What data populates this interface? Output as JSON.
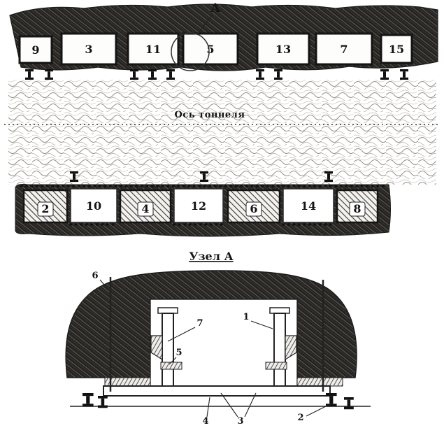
{
  "colors": {
    "ink": "#1a1a1a",
    "paper": "#ffffff"
  },
  "plan": {
    "detail_marker": "А",
    "axis_label": "Ось тоннеля",
    "top_blocks": [
      "9",
      "3",
      "11",
      "5",
      "13",
      "7",
      "15"
    ],
    "bottom_blocks": [
      "2",
      "10",
      "4",
      "12",
      "6",
      "14",
      "8"
    ]
  },
  "detail": {
    "title": "Узел А",
    "callouts": {
      "c6": "6",
      "c7": "7",
      "c5": "5",
      "c1": "1",
      "c4": "4",
      "c3": "3",
      "c2": "2"
    }
  }
}
